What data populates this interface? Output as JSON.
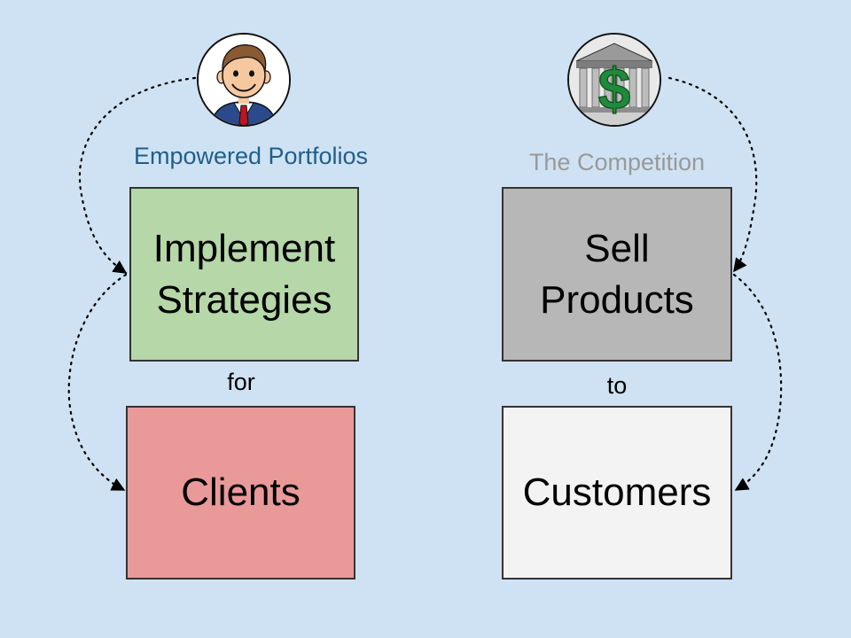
{
  "left": {
    "caption": "Empowered Portfolios",
    "top_box": {
      "line1": "Implement",
      "line2": "Strategies"
    },
    "connector": "for",
    "bottom_box": "Clients",
    "avatar_icon": "businessman-icon"
  },
  "right": {
    "caption": "The Competition",
    "top_box": {
      "line1": "Sell",
      "line2": "Products"
    },
    "connector": "to",
    "bottom_box": "Customers",
    "avatar_icon": "bank-dollar-icon"
  },
  "colors": {
    "background": "#cfe2f3",
    "implement_box": "#b6d7a8",
    "clients_box": "#ea9999",
    "sell_box": "#b7b7b7",
    "customers_box": "#f3f3f3",
    "left_caption": "#1f5f8b",
    "right_caption": "#999999",
    "dollar": "#1f8a3a"
  }
}
